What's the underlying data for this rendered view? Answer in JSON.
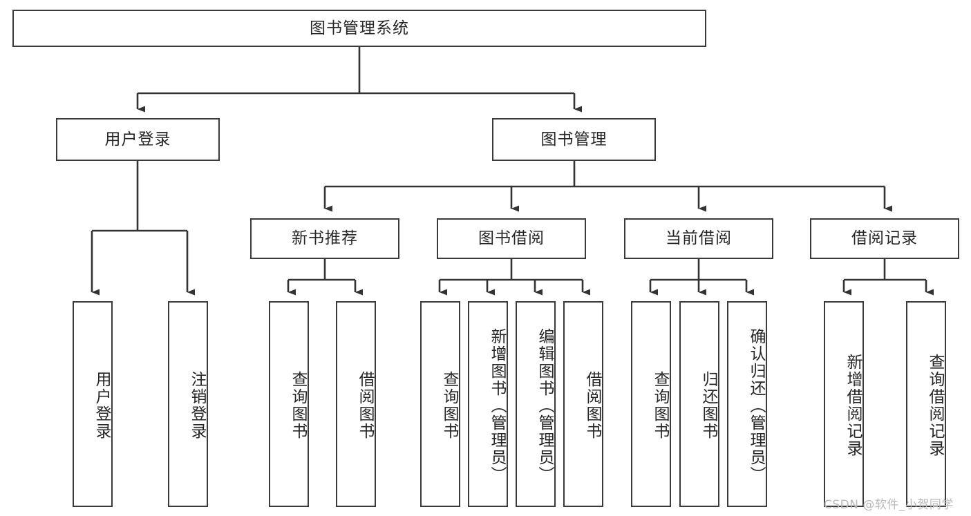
{
  "diagram": {
    "type": "tree",
    "title": "图书管理系统",
    "orientation": "top-down",
    "colors": {
      "node_border": "#3a3a3a",
      "node_fill": "#ffffff",
      "edge": "#333333",
      "text": "#262626",
      "watermark": "#b9b9b9",
      "background": "#ffffff"
    },
    "watermark": "CSDN @软件_小贺同学",
    "nodes": {
      "root": {
        "label": "图书管理系统",
        "level": 0
      },
      "user_login": {
        "label": "用户登录",
        "level": 1
      },
      "book_manage": {
        "label": "图书管理",
        "level": 1
      },
      "new_book_rec": {
        "label": "新书推荐",
        "level": 2
      },
      "book_borrow": {
        "label": "图书借阅",
        "level": 2
      },
      "current_borrow": {
        "label": "当前借阅",
        "level": 2
      },
      "borrow_record": {
        "label": "借阅记录",
        "level": 2
      },
      "leaf_user_login": {
        "label": "用户登录",
        "level": 2
      },
      "leaf_user_logout": {
        "label": "注销登录",
        "level": 2
      },
      "leaf_query_book_1": {
        "label": "查询图书",
        "level": 3
      },
      "leaf_borrow_book_1": {
        "label": "借阅图书",
        "level": 3
      },
      "leaf_query_book_2": {
        "label": "查询图书",
        "level": 3
      },
      "leaf_add_book": {
        "label": "新增图书（管理员）",
        "level": 3
      },
      "leaf_edit_book": {
        "label": "编辑图书（管理员）",
        "level": 3
      },
      "leaf_borrow_book_2": {
        "label": "借阅图书",
        "level": 3
      },
      "leaf_query_book_3": {
        "label": "查询图书",
        "level": 3
      },
      "leaf_return_book": {
        "label": "归还图书",
        "level": 3
      },
      "leaf_confirm_return": {
        "label": "确认归还（管理员）",
        "level": 3
      },
      "leaf_add_record": {
        "label": "新增借阅记录",
        "level": 3
      },
      "leaf_query_record": {
        "label": "查询借阅记录",
        "level": 3
      }
    },
    "edges": [
      {
        "from": "root",
        "to": "user_login"
      },
      {
        "from": "root",
        "to": "book_manage"
      },
      {
        "from": "user_login",
        "to": "leaf_user_login"
      },
      {
        "from": "user_login",
        "to": "leaf_user_logout"
      },
      {
        "from": "book_manage",
        "to": "new_book_rec"
      },
      {
        "from": "book_manage",
        "to": "book_borrow"
      },
      {
        "from": "book_manage",
        "to": "current_borrow"
      },
      {
        "from": "book_manage",
        "to": "borrow_record"
      },
      {
        "from": "new_book_rec",
        "to": "leaf_query_book_1"
      },
      {
        "from": "new_book_rec",
        "to": "leaf_borrow_book_1"
      },
      {
        "from": "book_borrow",
        "to": "leaf_query_book_2"
      },
      {
        "from": "book_borrow",
        "to": "leaf_add_book"
      },
      {
        "from": "book_borrow",
        "to": "leaf_edit_book"
      },
      {
        "from": "book_borrow",
        "to": "leaf_borrow_book_2"
      },
      {
        "from": "current_borrow",
        "to": "leaf_query_book_3"
      },
      {
        "from": "current_borrow",
        "to": "leaf_return_book"
      },
      {
        "from": "current_borrow",
        "to": "leaf_confirm_return"
      },
      {
        "from": "borrow_record",
        "to": "leaf_add_record"
      },
      {
        "from": "borrow_record",
        "to": "leaf_query_record"
      }
    ]
  }
}
